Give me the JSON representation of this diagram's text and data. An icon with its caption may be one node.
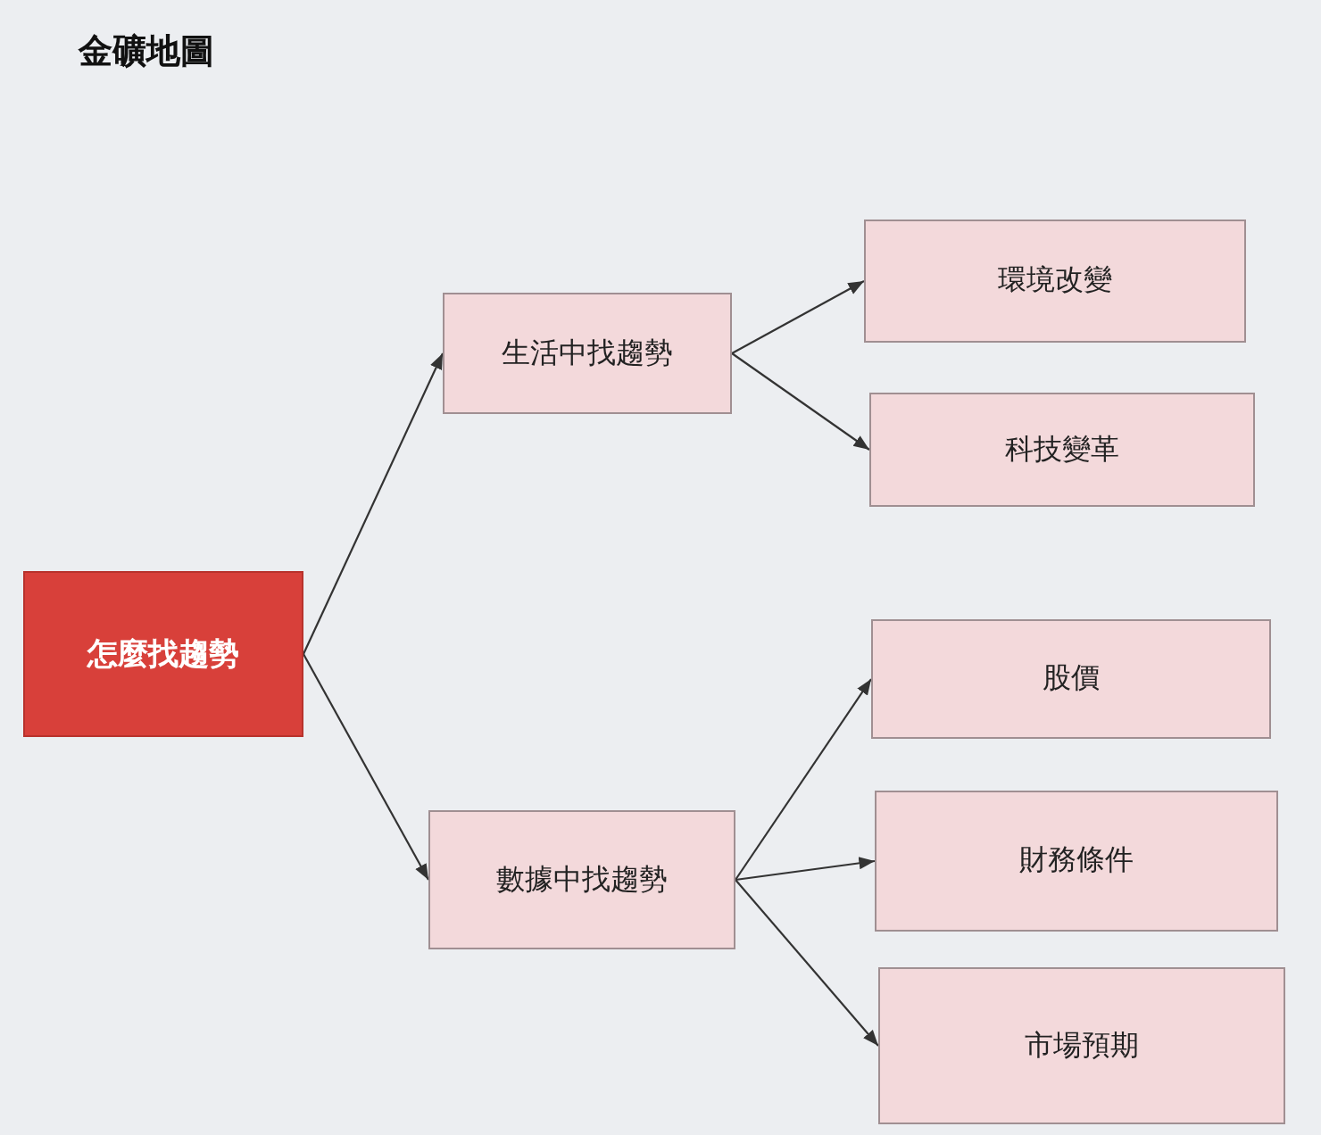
{
  "diagram": {
    "title": "金礦地圖",
    "nodes": [
      {
        "text": [
          "怎麼找趨勢"
        ]
      },
      {
        "text": [
          "生活中找趨勢"
        ]
      },
      {
        "text": [
          "數據中找趨勢"
        ]
      },
      {
        "text": [
          "環境改變"
        ]
      },
      {
        "text": [
          "科技變革"
        ]
      },
      {
        "text": [
          "股價"
        ]
      },
      {
        "text": [
          "財務條件"
        ]
      },
      {
        "text": [
          "市場預期"
        ]
      }
    ],
    "edges": [
      {
        "from": 0,
        "to": 1,
        "arrow": "to"
      },
      {
        "from": 0,
        "to": 2,
        "arrow": "to"
      },
      {
        "from": 1,
        "to": 3,
        "arrow": "to"
      },
      {
        "from": 1,
        "to": 4,
        "arrow": "to"
      },
      {
        "from": 2,
        "to": 5,
        "arrow": "to"
      },
      {
        "from": 2,
        "to": 6,
        "arrow": "to"
      },
      {
        "from": 2,
        "to": 7,
        "arrow": "to"
      }
    ]
  }
}
